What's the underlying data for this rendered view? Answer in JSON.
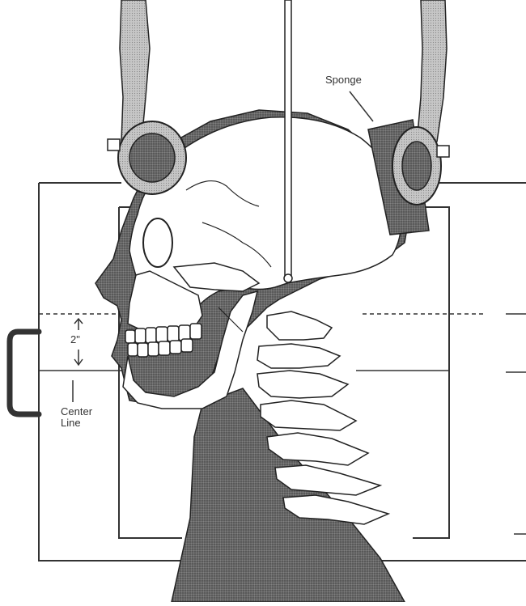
{
  "labels": {
    "sponge": "Sponge",
    "dimension": "2\"",
    "center_line_1": "Center",
    "center_line_2": "Line"
  },
  "colors": {
    "stipple_dark": "#5a5a5a",
    "stipple_light": "#b8b8b8",
    "line": "#333333",
    "bone": "#ffffff"
  }
}
